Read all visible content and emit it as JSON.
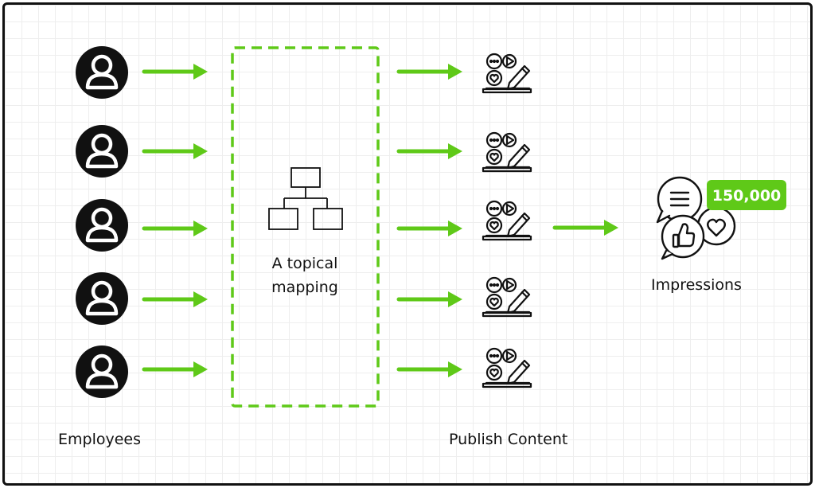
{
  "labels": {
    "employees": "Employees",
    "mapping_line1": "A topical",
    "mapping_line2": "mapping",
    "publish": "Publish Content",
    "impressions": "Impressions"
  },
  "badge": "150,000",
  "colors": {
    "accent": "#5fc918",
    "ink": "#111111",
    "grid": "#eeeeee"
  },
  "icons": {
    "employee": "user-avatar-icon",
    "content": "publish-content-icon",
    "mapping": "hierarchy-icon",
    "impressions": "impressions-icon"
  }
}
